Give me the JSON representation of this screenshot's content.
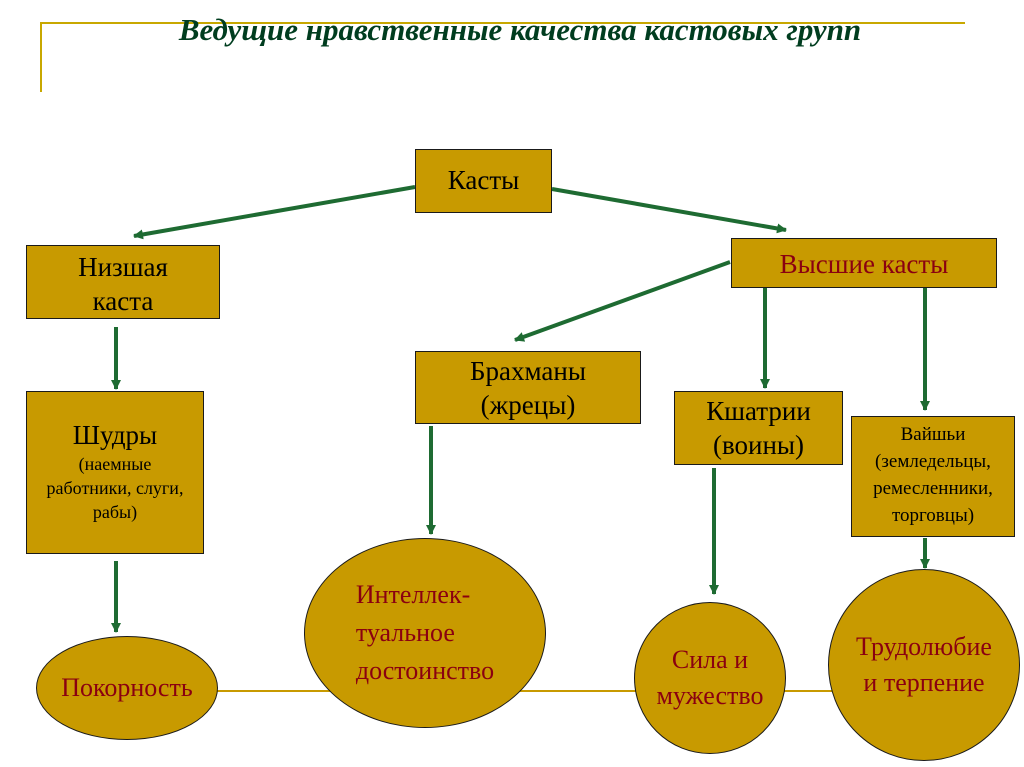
{
  "slide": {
    "title": "Ведущие нравственные качества кастовых групп"
  },
  "diagram": {
    "root": "Касты",
    "lower_caste": [
      "Низшая",
      "каста"
    ],
    "higher_castes": "Высшие  касты",
    "shudras": {
      "name": "Шудры",
      "detail": [
        "(наемные",
        "работники, слуги,",
        "рабы)"
      ]
    },
    "brahmins": [
      "Брахманы",
      "(жрецы)"
    ],
    "kshatriyas": [
      "Кшатрии",
      "(воины)"
    ],
    "vaishyas": [
      "Вайшьи",
      "(земледельцы,",
      "ремесленники,",
      "торговцы)"
    ],
    "qualities": {
      "submission": "Покорность",
      "intellect": [
        "Интеллек-",
        "туальное",
        "достоинство"
      ],
      "strength": [
        "Сила и",
        "мужество"
      ],
      "diligence": [
        "Трудолюбие",
        "и терпение"
      ]
    },
    "colors": {
      "box_fill": "#c89a00",
      "arrow": "#1e6b32",
      "title_text": "#003d1f",
      "quality_text": "#8a0010",
      "frame": "#c8a800"
    }
  }
}
